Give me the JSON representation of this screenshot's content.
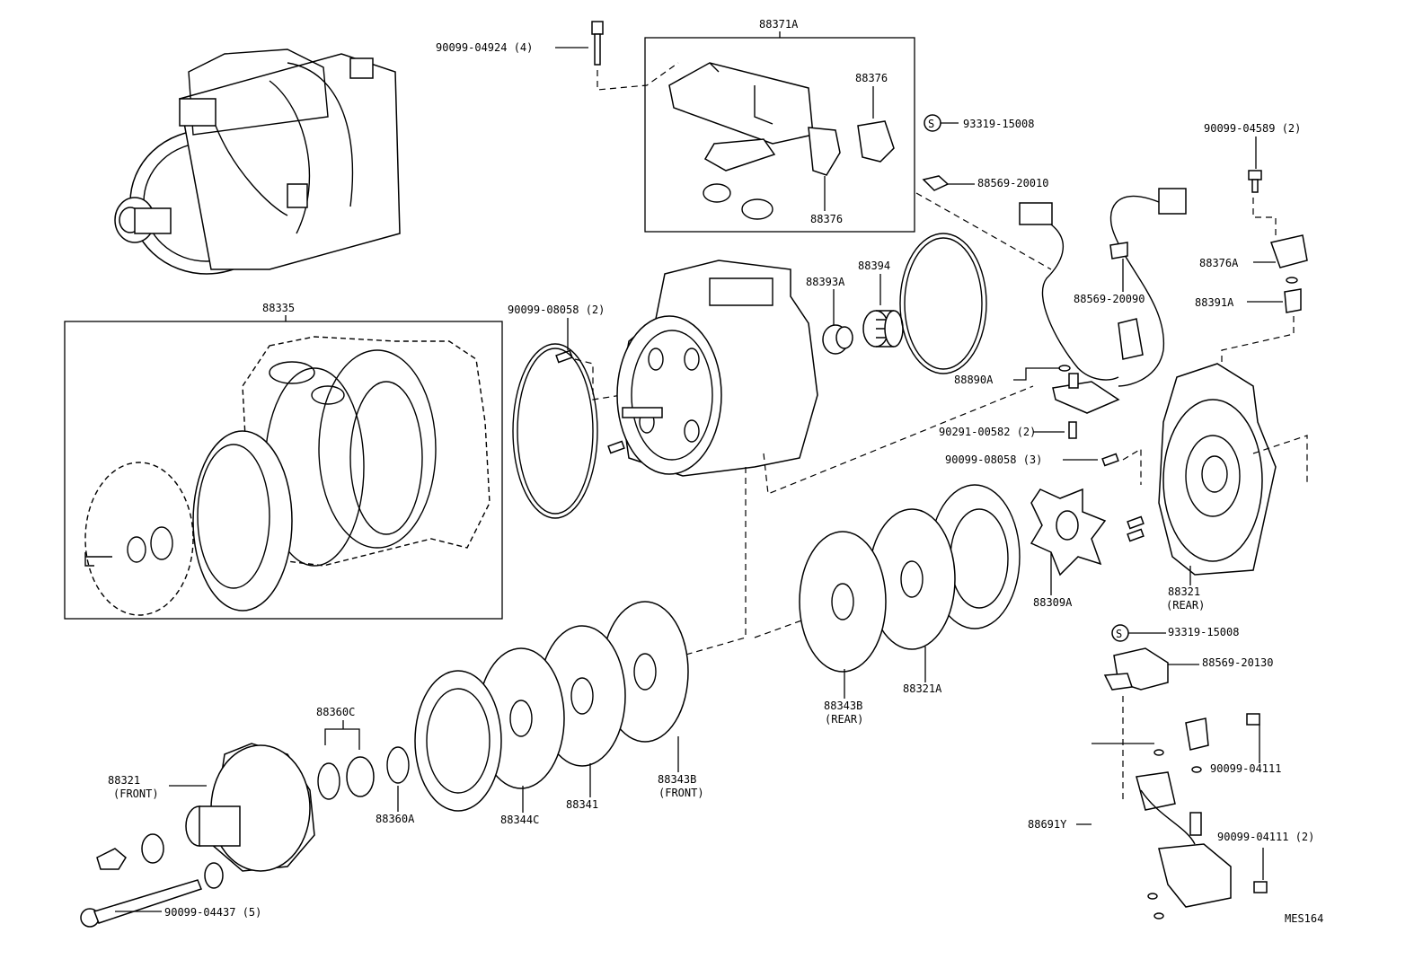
{
  "diagram": {
    "code": "MES164",
    "labels": {
      "l_88371A": "88371A",
      "l_90099_04924": "90099-04924 (4)",
      "l_88376_top": "88376",
      "l_88376_bot": "88376",
      "l_93319_15008_top": "93319-15008",
      "l_88569_20010": "88569-20010",
      "l_90099_04589": "90099-04589 (2)",
      "l_88376A": "88376A",
      "l_88391A": "88391A",
      "l_88569_20090": "88569-20090",
      "l_88335": "88335",
      "l_90099_08058_2": "90099-08058 (2)",
      "l_88393A": "88393A",
      "l_88394": "88394",
      "l_88890A": "88890A",
      "l_90291_00582": "90291-00582 (2)",
      "l_90099_08058_3": "90099-08058 (3)",
      "l_88309A": "88309A",
      "l_88321_rear_a": "88321",
      "l_88321_rear_b": "(REAR)",
      "l_93319_15008_bot": "93319-15008",
      "l_88569_20130": "88569-20130",
      "l_88343B_rear_a": "88343B",
      "l_88343B_rear_b": "(REAR)",
      "l_88321A": "88321A",
      "l_88360C": "88360C",
      "l_88321_front_a": "88321",
      "l_88321_front_b": "(FRONT)",
      "l_88360A": "88360A",
      "l_88344C": "88344C",
      "l_88341": "88341",
      "l_88343B_front_a": "88343B",
      "l_88343B_front_b": "(FRONT)",
      "l_90099_04111": "90099-04111",
      "l_88691Y": "88691Y",
      "l_90099_04111_2": "90099-04111 (2)",
      "l_90099_04437": "90099-04437 (5)"
    },
    "circled_s": "S"
  }
}
